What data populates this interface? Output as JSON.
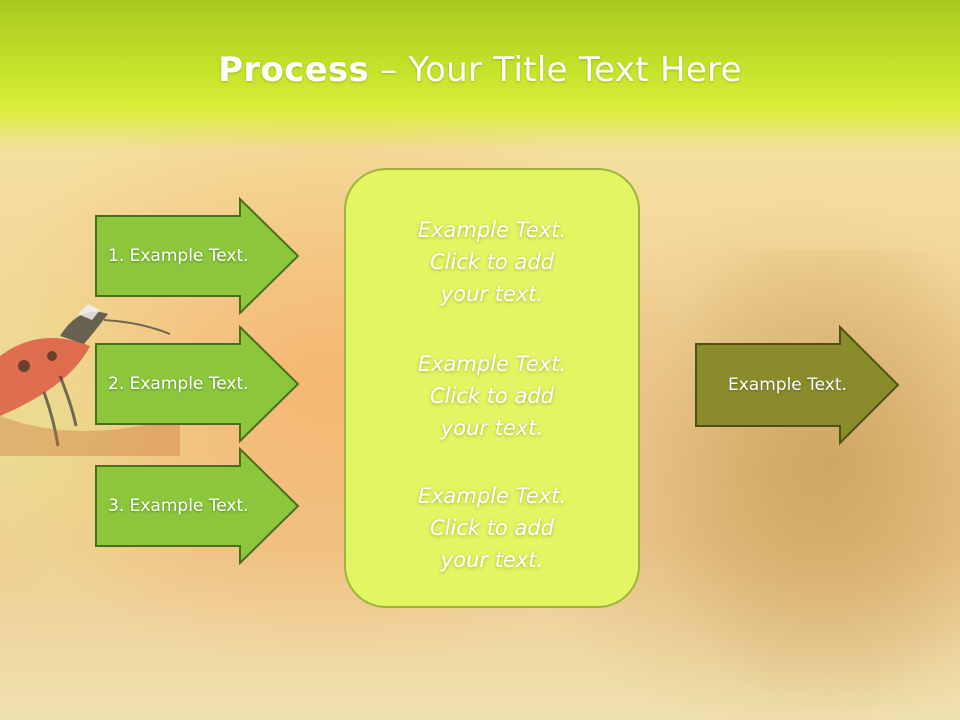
{
  "title": {
    "bold": "Process",
    "rest": " – Your Title Text Here"
  },
  "steps": [
    {
      "label": "1. Example Text."
    },
    {
      "label": "2. Example Text."
    },
    {
      "label": "3. Example Text."
    }
  ],
  "center_box": {
    "paragraphs": [
      {
        "line1": "Example Text.",
        "line2": "Click  to add",
        "line3": "your text."
      },
      {
        "line1": "Example Text.",
        "line2": "Click  to add",
        "line3": "your text."
      },
      {
        "line1": "Example Text.",
        "line2": "Click  to add",
        "line3": "your text."
      }
    ]
  },
  "result": {
    "label": "Example Text."
  },
  "colors": {
    "title_bar": "#c4e22a",
    "step_arrow_fill": "#8cc63c",
    "step_arrow_stroke": "#4a6e1e",
    "center_box_fill": "#e2f562",
    "result_arrow_fill": "#8a8c2c",
    "result_arrow_stroke": "#4e5216"
  }
}
